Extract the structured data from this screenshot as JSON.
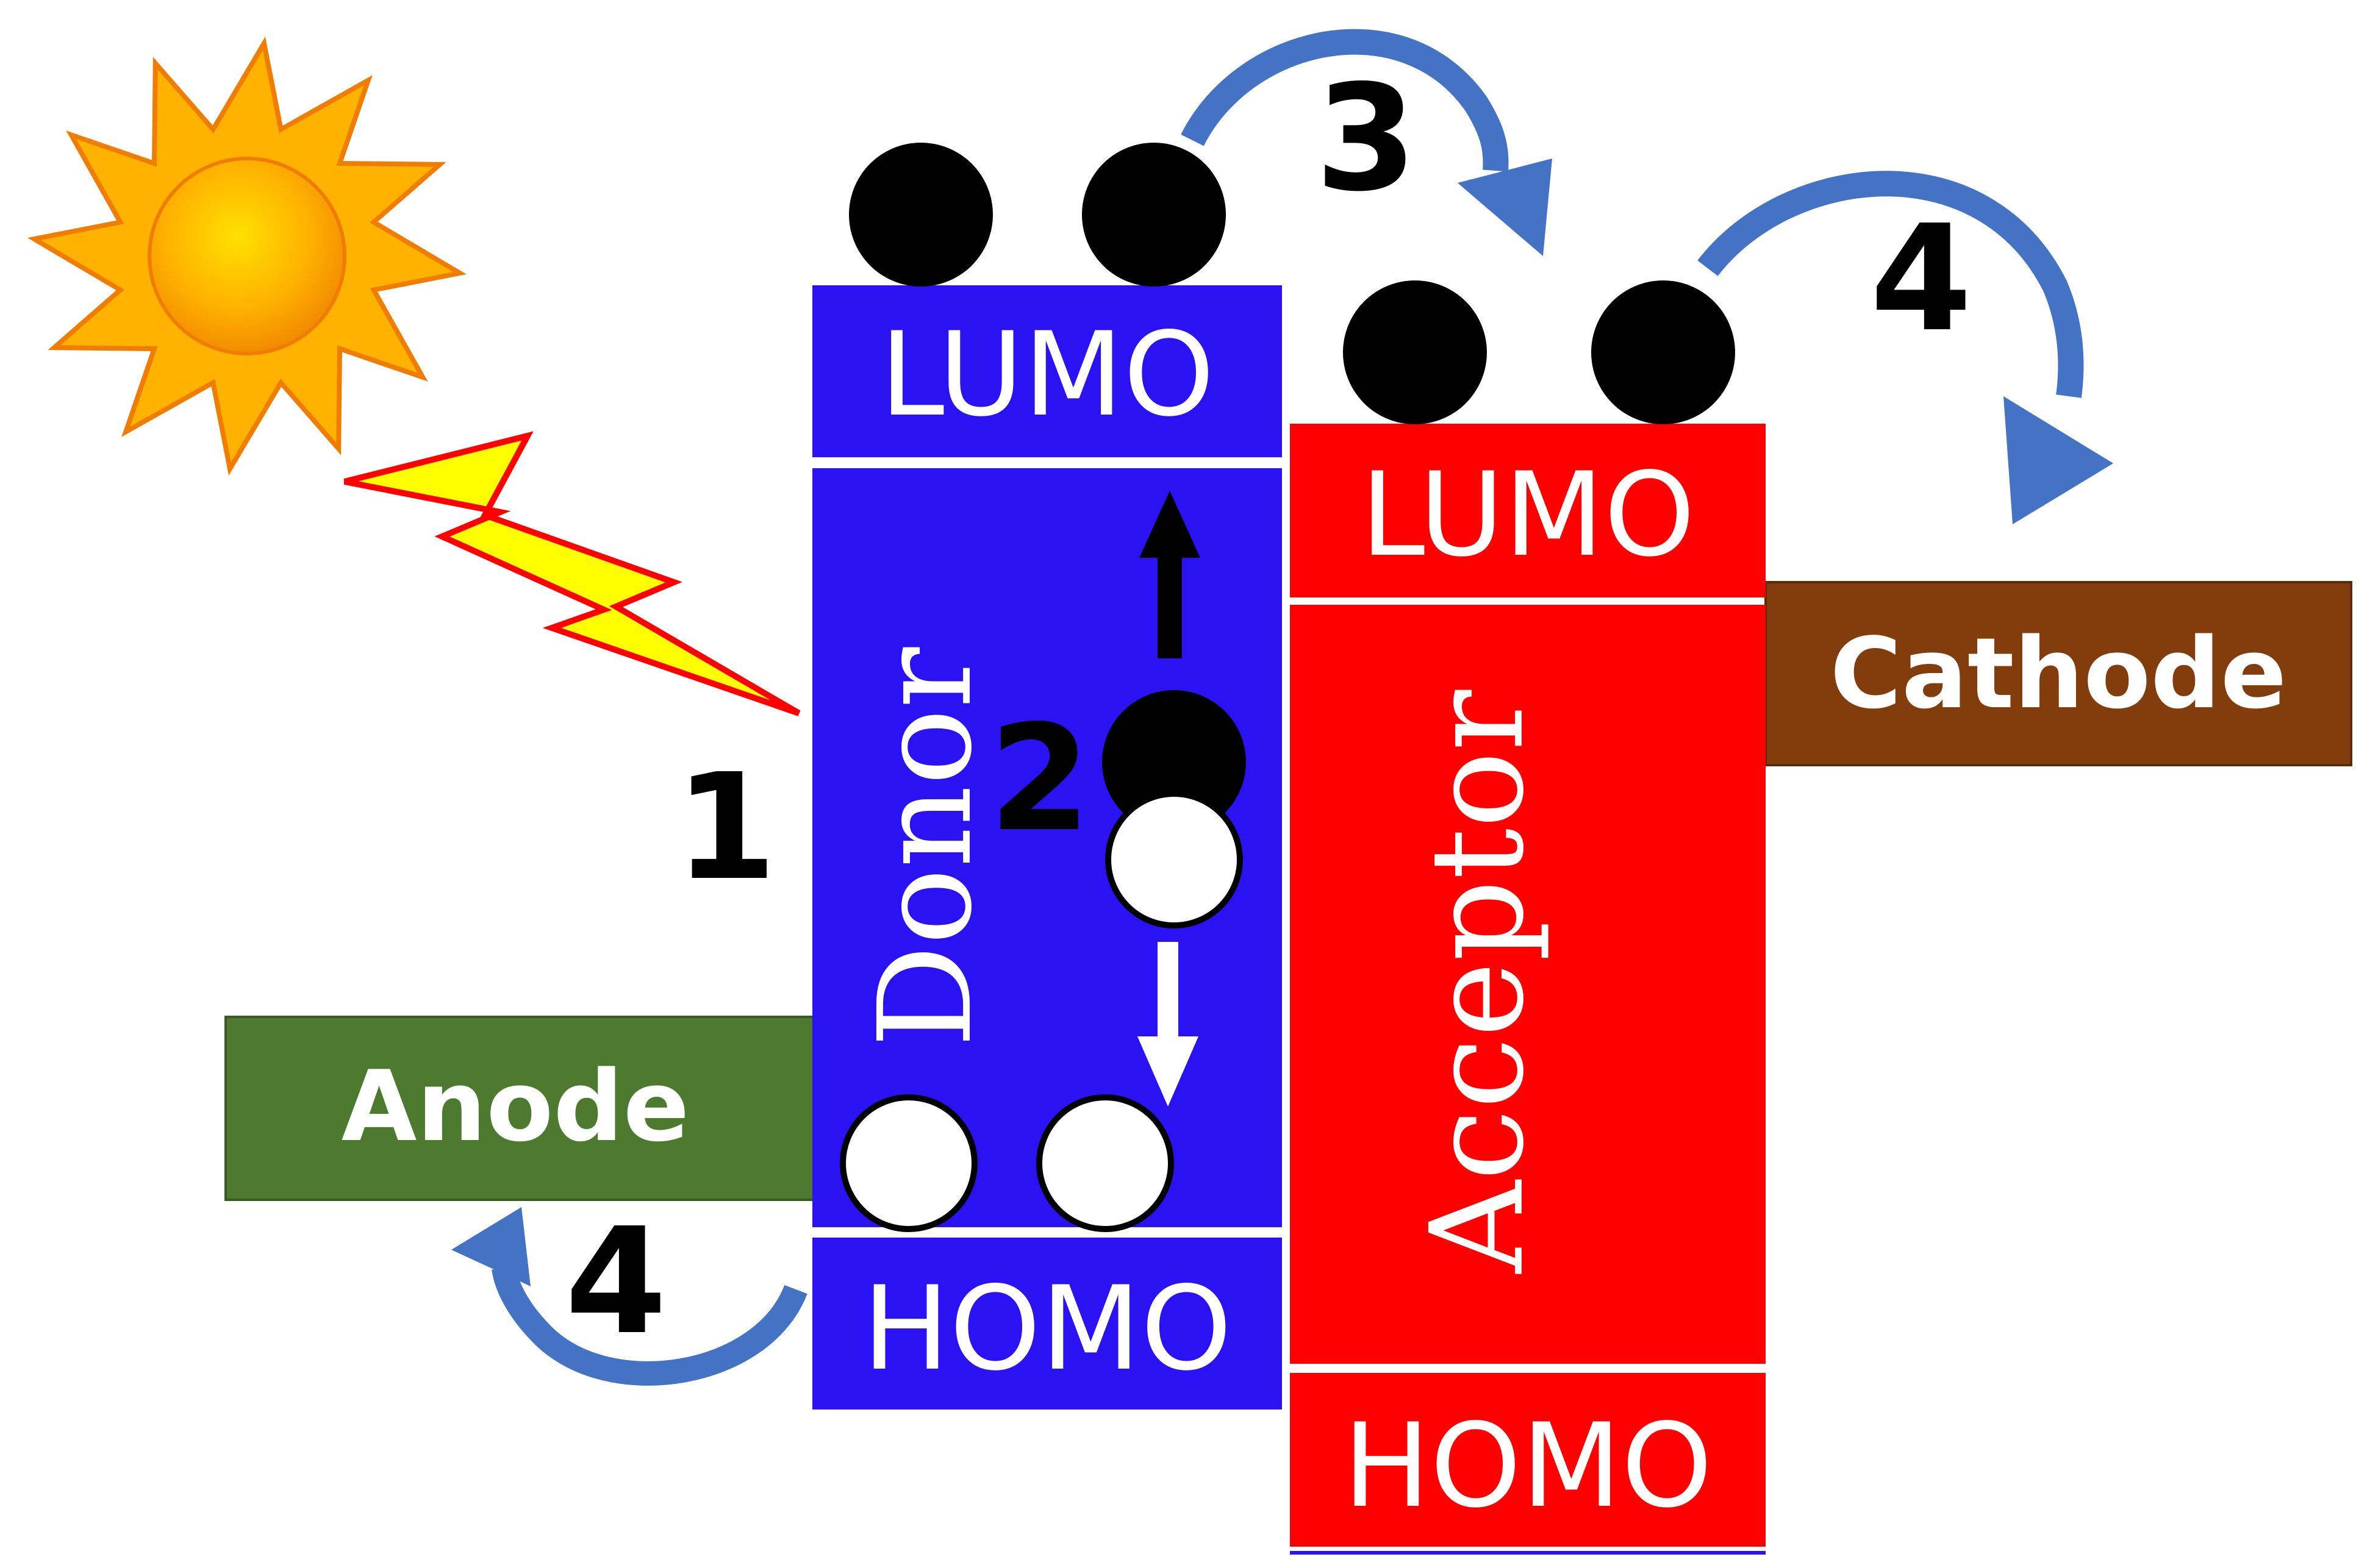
{
  "colors": {
    "donor": "#2a12f2",
    "acceptor": "#ff0000",
    "anode": "#4e7a2f",
    "cathode": "#833c0c",
    "arrow": "#4472c4",
    "bolt": "#ffff00",
    "bolt_outline": "#ff0000",
    "sun_core": "#ffa500",
    "particle": "#000000"
  },
  "donor": {
    "lumo_label": "LUMO",
    "homo_label": "HOMO",
    "name": "Donor"
  },
  "acceptor": {
    "lumo_label": "LUMO",
    "homo_label": "HOMO",
    "name": "Acceptor"
  },
  "electrodes": {
    "anode": "Anode",
    "cathode": "Cathode"
  },
  "steps": {
    "light_absorption": "1",
    "exciton": "2",
    "charge_transfer": "3",
    "collection_cathode": "4",
    "collection_anode": "4"
  }
}
